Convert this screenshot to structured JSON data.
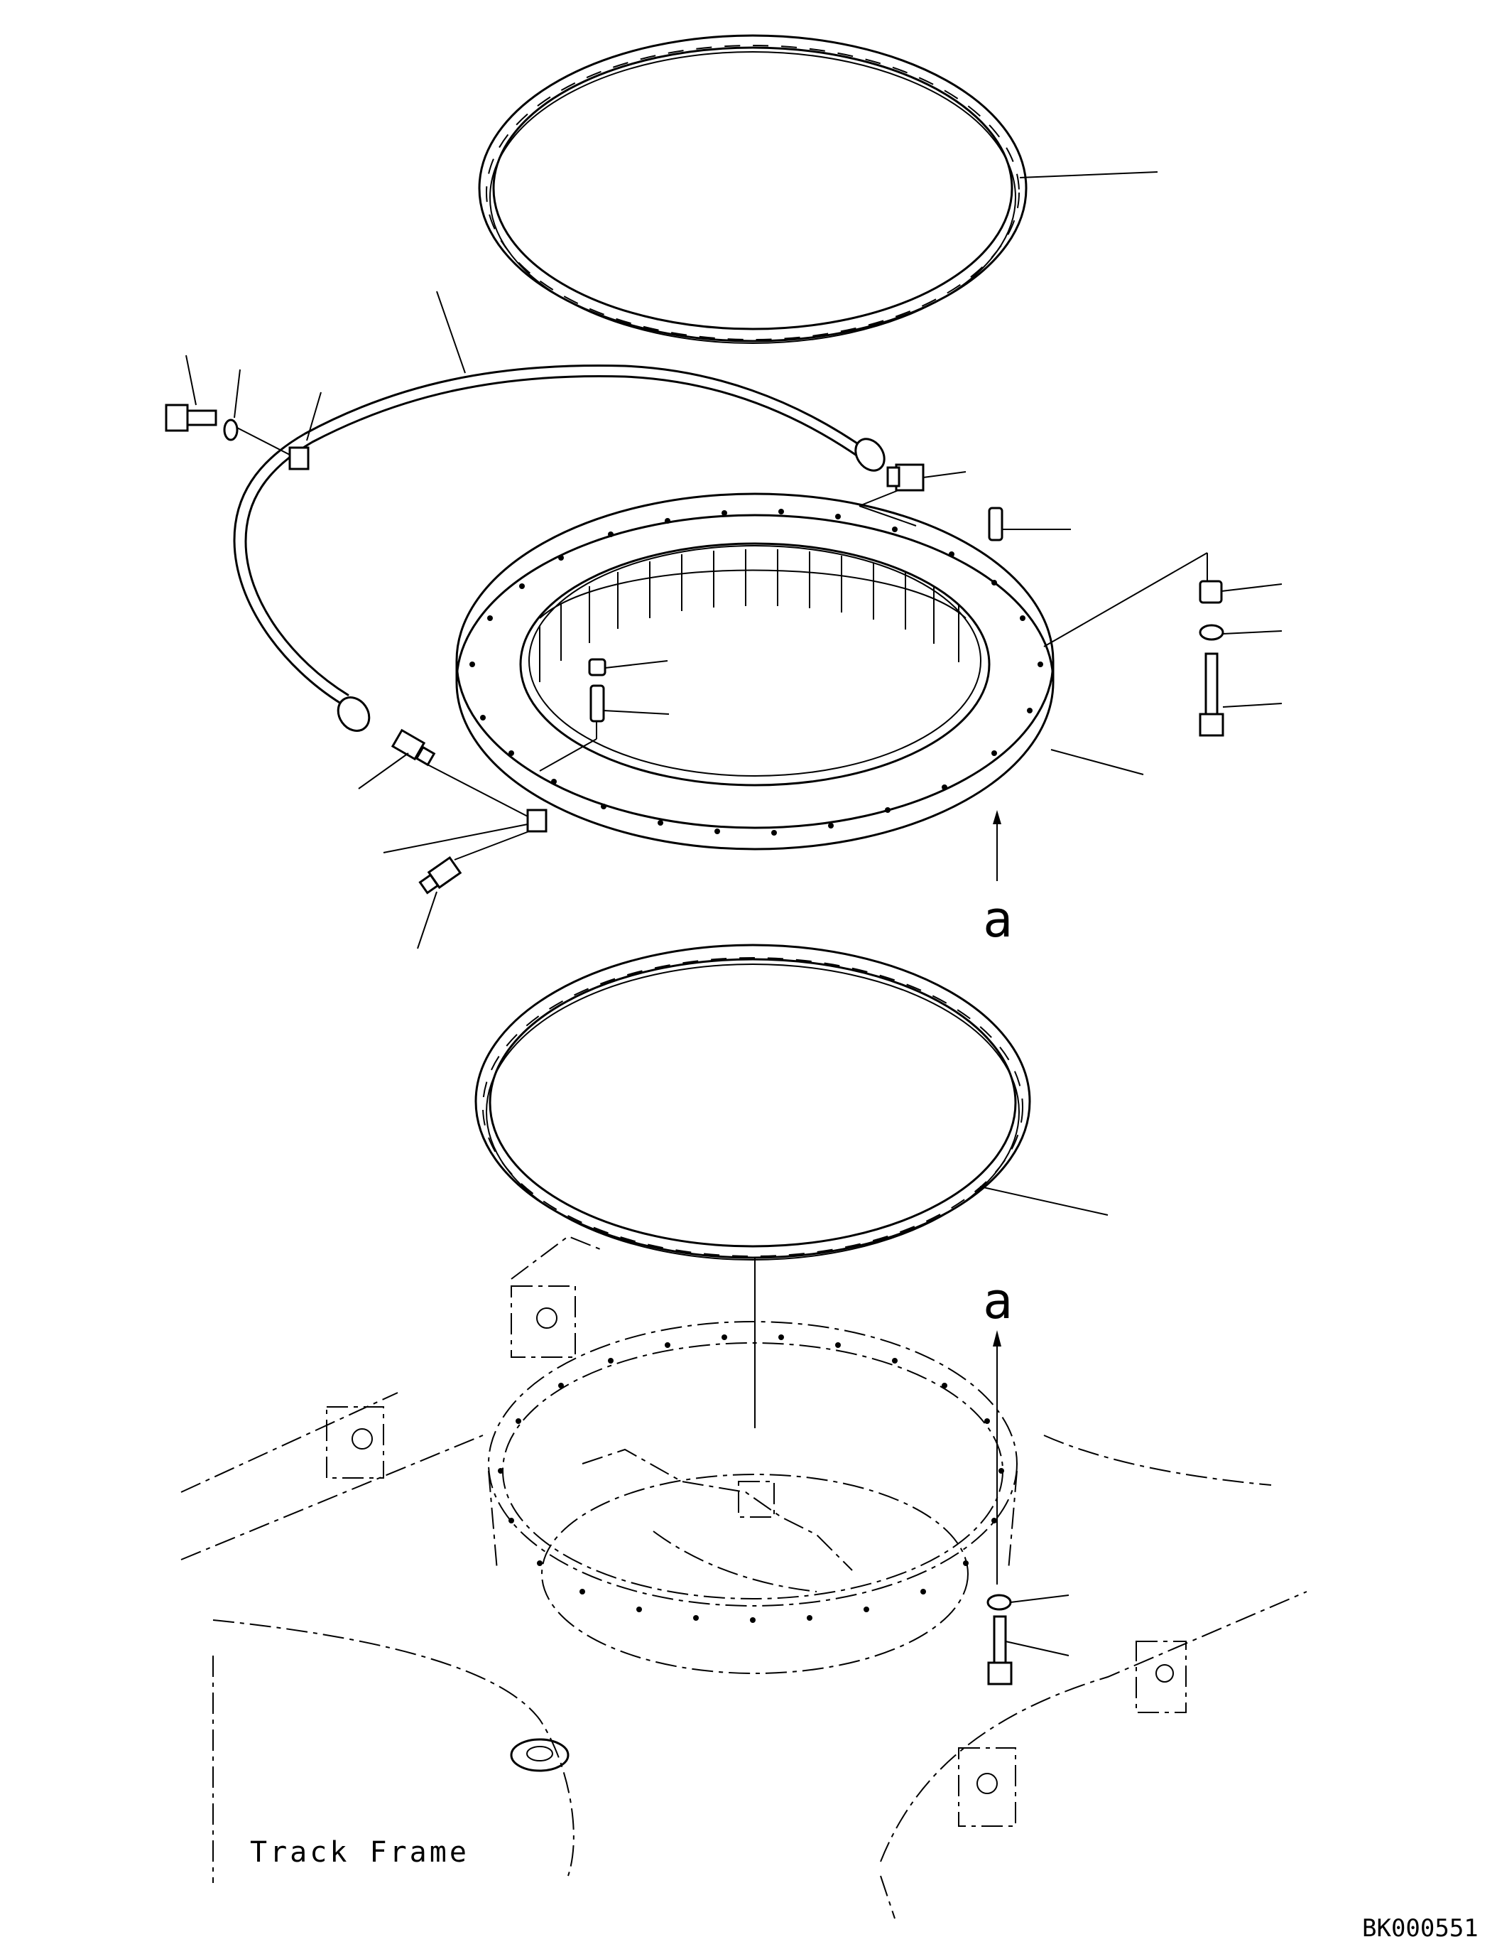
{
  "labels": {
    "view_arrow_upper": "a",
    "view_arrow_lower": "a",
    "track_frame": "Track Frame",
    "drawing_code": "BK000551"
  },
  "colors": {
    "ink": "#000000",
    "paper": "#ffffff"
  }
}
